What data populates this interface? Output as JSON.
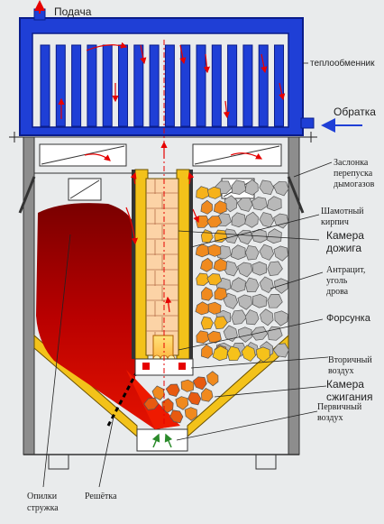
{
  "labels": {
    "supply": "Подача",
    "heat_exchanger": "теплообменник",
    "return": "Обратка",
    "bypass_damper": [
      "Заслонка",
      "перепуска",
      "дымогазов"
    ],
    "fireclay_brick": [
      "Шамотный",
      "кирпич"
    ],
    "afterburn_chamber": [
      "Камера",
      "дожига"
    ],
    "fuel": [
      "Антрацит,",
      "уголь",
      "дрова"
    ],
    "nozzle": "Форсунка",
    "secondary_air": [
      "Вторичный",
      "воздух"
    ],
    "combustion_chamber": [
      "Камера",
      "сжигания"
    ],
    "primary_air": [
      "Первичный",
      "воздух"
    ],
    "sawdust": [
      "Опилки",
      "стружка"
    ],
    "grate": "Решётка"
  },
  "colors": {
    "background": "#e9ebec",
    "exchanger_blue": "#1f3fd6",
    "exchanger_outline": "#0a1c8a",
    "steel_gray": "#8d8d8d",
    "brick_yellow": "#f3c21a",
    "brick_fill": "#fcd3a6",
    "sawdust_red": "#b30000",
    "coal_orange": "#f08a1e",
    "coal_gray": "#b8b8b8",
    "flow_arrow": "#e60000",
    "return_arrow": "#1f3fd6"
  }
}
